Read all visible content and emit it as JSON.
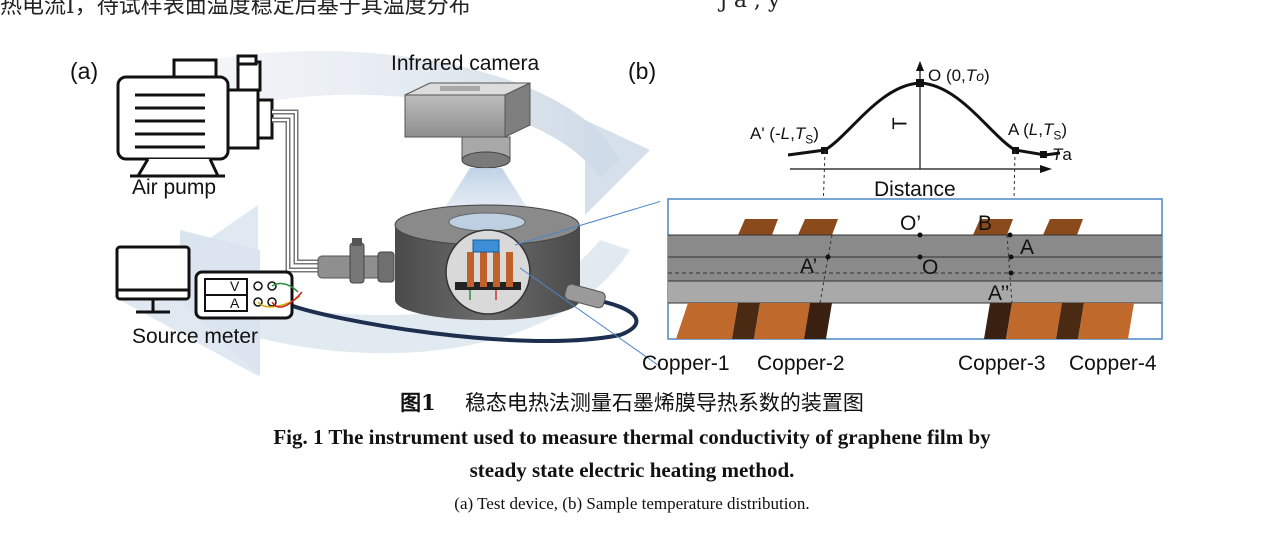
{
  "top_text": {
    "left": "热电流I，待试样表面温度稳定后基于其温度分布",
    "right": "j    a    ,  y"
  },
  "panel_a": {
    "label": "(a)",
    "infrared_camera": "Infrared camera",
    "air_pump": "Air pump",
    "source_meter": "Source meter",
    "meter_v": "V",
    "meter_a": "A"
  },
  "panel_b": {
    "label": "(b)",
    "point_o": "O (0,",
    "point_o_t": "T",
    "point_o_sub": "o",
    "point_o_close": ")",
    "point_a_left": "A' (-",
    "point_a_left_l": "L",
    "point_a_left_t": "T",
    "point_a_left_sub": "S",
    "point_a_right": "A (",
    "point_a_right_l": "L",
    "point_a_right_t": "T",
    "point_a_right_sub": "S",
    "ta_t": "T",
    "ta_sub": "a",
    "axis_y": "T",
    "axis_x": "Distance",
    "o_prime": "O’",
    "b": "B",
    "a_prime": "A’",
    "o": "O",
    "a": "A",
    "a_double": "A’’",
    "copper_labels": [
      "Copper-1",
      "Copper-2",
      "Copper-3",
      "Copper-4"
    ]
  },
  "caption": {
    "cn_number": "图1",
    "cn_text": "稳态电热法测量石墨烯膜导热系数的装置图",
    "en_line1": "Fig. 1    The instrument used to measure thermal conductivity of graphene film by",
    "en_line2": "steady state electric heating method.",
    "sub": "(a) Test device, (b) Sample temperature distribution."
  }
}
